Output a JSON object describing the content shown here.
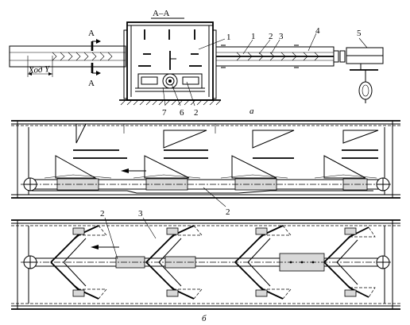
{
  "labels": {
    "section_title": "А–А",
    "arrow_top": "А",
    "arrow_bottom": "А",
    "stroke_label": "Ход Y",
    "caption_a": "а",
    "caption_b": "б",
    "section_pos_1": "1",
    "section_pos_7": "7",
    "section_pos_6": "6",
    "section_pos_2": "2",
    "side_pos_1": "1",
    "side_pos_2": "2",
    "side_pos_3": "3",
    "side_pos_4": "4",
    "side_pos_5": "5",
    "mid_pos_2": "2",
    "bot_pos_2": "2",
    "bot_pos_3": "3"
  }
}
